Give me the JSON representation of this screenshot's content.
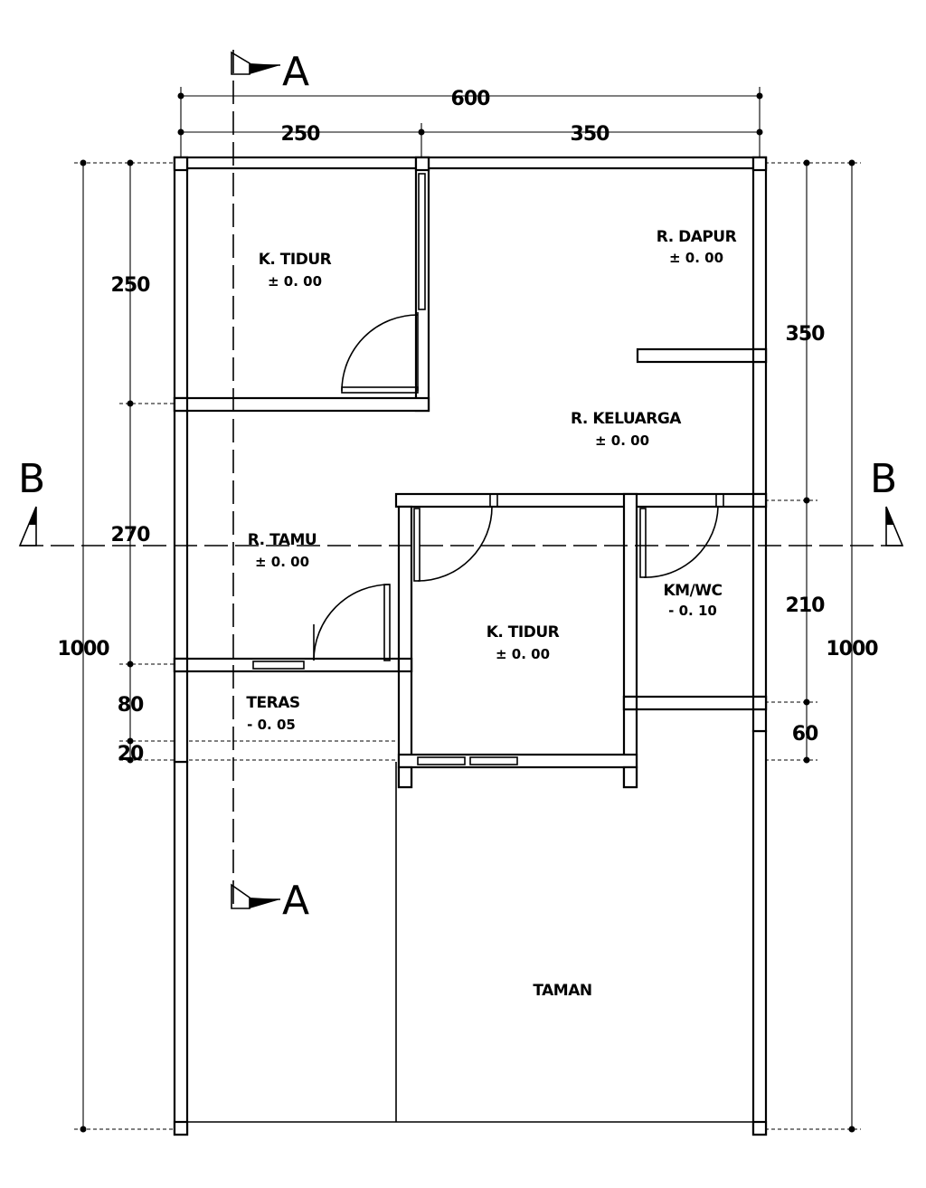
{
  "rooms": {
    "bedroom_1": {
      "name": "K. TIDUR",
      "level": "± 0. 00"
    },
    "kitchen": {
      "name": "R. DAPUR",
      "level": "± 0. 00"
    },
    "family": {
      "name": "R. KELUARGA",
      "level": "± 0. 00"
    },
    "living": {
      "name": "R. TAMU",
      "level": "± 0. 00"
    },
    "bathroom": {
      "name": "KM/WC",
      "level": "- 0. 10"
    },
    "bedroom_2": {
      "name": "K. TIDUR",
      "level": "± 0. 00"
    },
    "terrace": {
      "name": "TERAS",
      "level": "- 0. 05"
    },
    "garden": {
      "name": "TAMAN"
    }
  },
  "dimensions": {
    "top_total": "600",
    "top_left": "250",
    "top_right": "350",
    "left_1": "250",
    "left_2": "270",
    "left_3": "80",
    "left_4": "20",
    "left_total": "1000",
    "right_1": "350",
    "right_2": "210",
    "right_3": "60",
    "right_total": "1000"
  },
  "sections": {
    "a_top": "A",
    "a_bottom": "A",
    "b_left": "B",
    "b_right": "B"
  }
}
